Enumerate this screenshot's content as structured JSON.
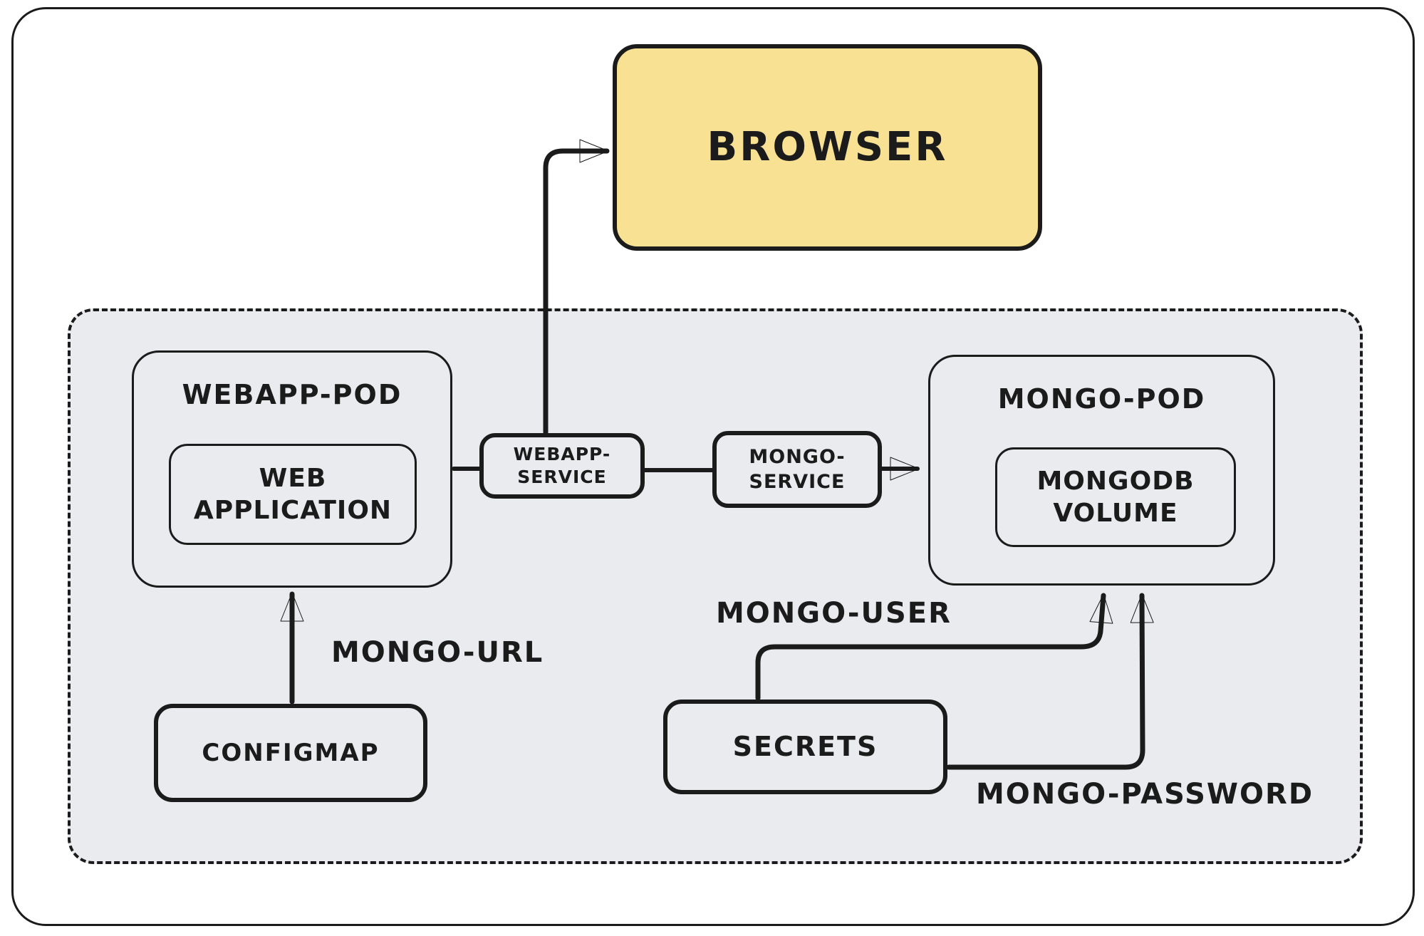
{
  "diagram": {
    "nodes": {
      "browser": {
        "label": "BROWSER"
      },
      "webapp_pod": {
        "label": "WEBAPP-POD"
      },
      "web_application": {
        "label_line1": "WEB",
        "label_line2": "APPLICATION"
      },
      "webapp_service": {
        "label_line1": "WEBAPP-",
        "label_line2": "SERVICE"
      },
      "mongo_service": {
        "label_line1": "MONGO-",
        "label_line2": "SERVICE"
      },
      "mongo_pod": {
        "label": "MONGO-POD"
      },
      "mongodb_volume": {
        "label_line1": "MONGODB",
        "label_line2": "VOLUME"
      },
      "configmap": {
        "label": "CONFIGMAP"
      },
      "secrets": {
        "label": "SECRETS"
      }
    },
    "edge_labels": {
      "mongo_url": "MONGO-URL",
      "mongo_user": "MONGO-USER",
      "mongo_password": "MONGO-PASSWORD"
    },
    "edges": [
      {
        "from": "webapp_service",
        "to": "browser",
        "arrow": true
      },
      {
        "from": "webapp_pod",
        "to": "webapp_service",
        "arrow": false
      },
      {
        "from": "webapp_service",
        "to": "mongo_service",
        "arrow": false
      },
      {
        "from": "mongo_service",
        "to": "mongo_pod",
        "arrow": true
      },
      {
        "from": "configmap",
        "to": "webapp_pod",
        "arrow": true,
        "label": "MONGO-URL"
      },
      {
        "from": "secrets",
        "to": "mongo_pod",
        "arrow": true,
        "label": "MONGO-USER"
      },
      {
        "from": "secrets",
        "to": "mongo_pod",
        "arrow": true,
        "label": "MONGO-PASSWORD"
      }
    ],
    "colors": {
      "ink": "#1b1b1b",
      "browser_fill": "#f8e193",
      "cluster_fill": "#e9ebee",
      "canvas": "#ffffff"
    }
  }
}
